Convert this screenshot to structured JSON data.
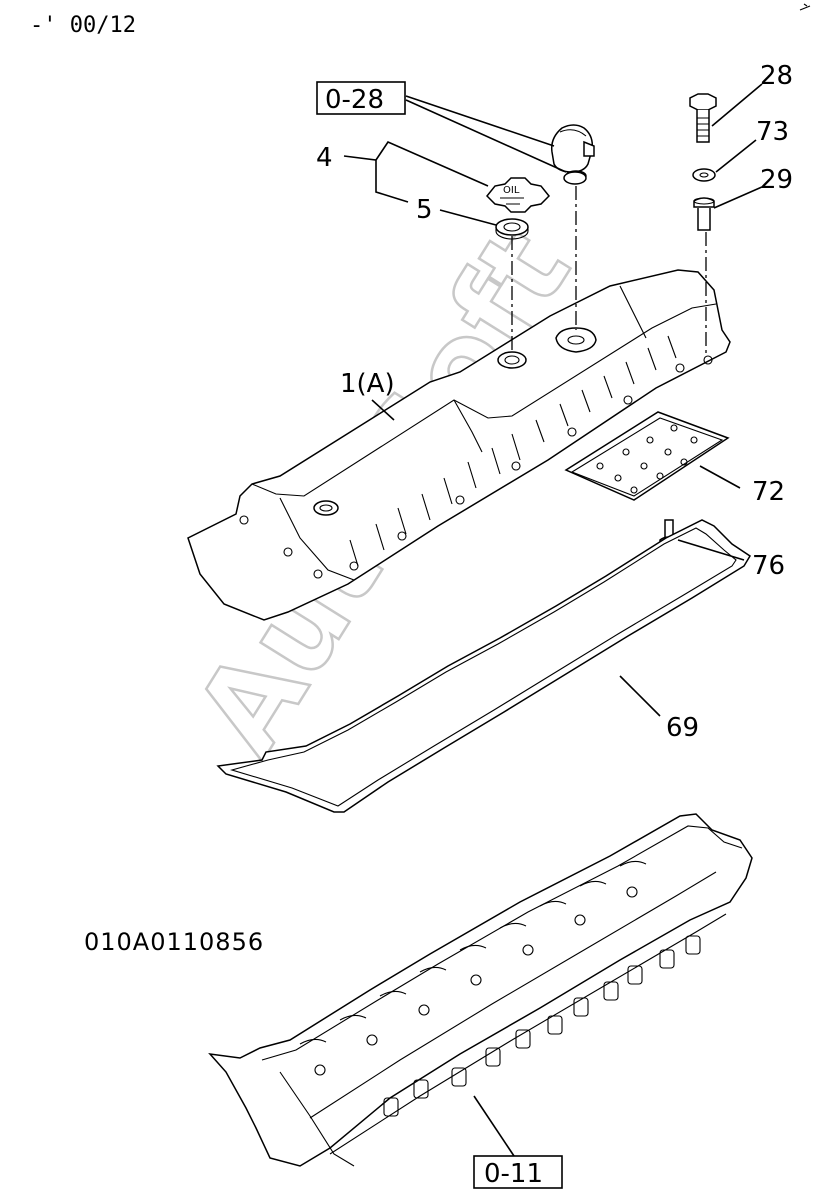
{
  "header": {
    "date_code": "-' 00/12"
  },
  "diagram_code": "010A0110856",
  "watermark": "AutoSoft",
  "callouts": [
    {
      "id": "ref-0-28",
      "text": "0-28",
      "boxed": true
    },
    {
      "id": "part-4",
      "text": "4"
    },
    {
      "id": "part-5",
      "text": "5"
    },
    {
      "id": "part-1a",
      "text": "1(A)"
    },
    {
      "id": "part-28",
      "text": "28"
    },
    {
      "id": "part-73",
      "text": "73"
    },
    {
      "id": "part-29",
      "text": "29"
    },
    {
      "id": "part-72",
      "text": "72"
    },
    {
      "id": "part-76",
      "text": "76"
    },
    {
      "id": "part-69",
      "text": "69"
    },
    {
      "id": "ref-0-11",
      "text": "0-11",
      "boxed": true
    }
  ],
  "cap_text": "OIL"
}
